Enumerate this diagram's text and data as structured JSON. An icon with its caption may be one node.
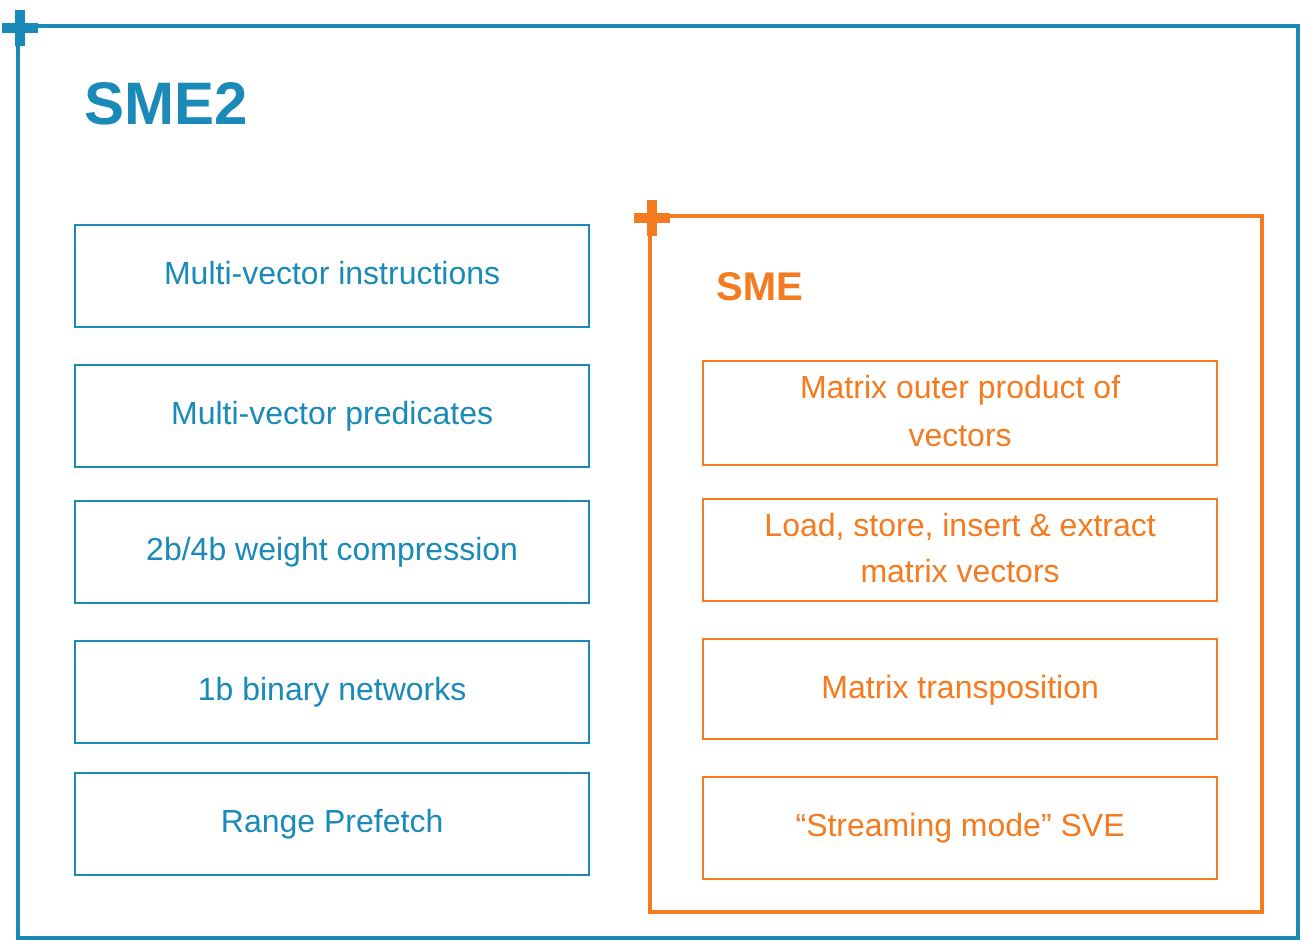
{
  "diagram": {
    "nodes": [
      {
        "text": [
          "SME2"
        ]
      },
      {
        "text": [
          "Multi-vector instructions"
        ],
        "in": 0
      },
      {
        "text": [
          "Multi-vector predicates"
        ],
        "in": 0
      },
      {
        "text": [
          "2b/4b weight compression"
        ],
        "in": 0
      },
      {
        "text": [
          "1b binary networks"
        ],
        "in": 0
      },
      {
        "text": [
          "Range Prefetch"
        ],
        "in": 0
      },
      {
        "text": [
          "SME"
        ],
        "in": 0
      },
      {
        "text": [
          "Matrix outer product of vectors"
        ],
        "in": 6
      },
      {
        "text": [
          "Load, store, insert & extract matrix vectors"
        ],
        "in": 6
      },
      {
        "text": [
          "Matrix transposition"
        ],
        "in": 6
      },
      {
        "text": [
          "“Streaming mode” SVE"
        ],
        "in": 6
      }
    ]
  }
}
